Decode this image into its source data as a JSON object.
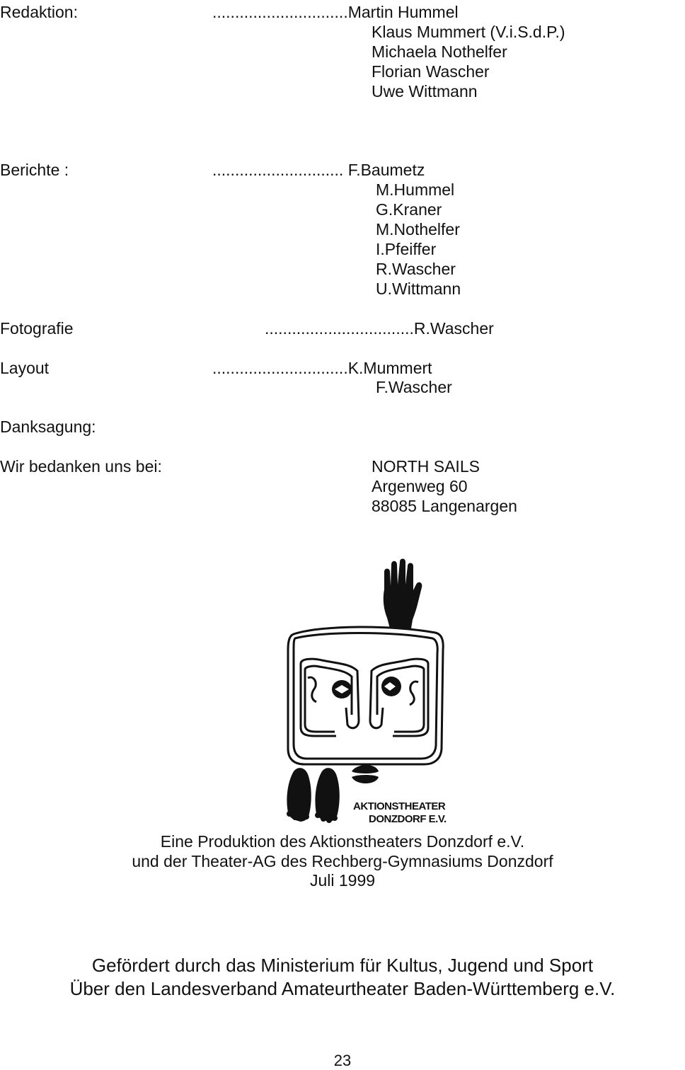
{
  "redaktion": {
    "label": "Redaktion:",
    "names": [
      "..............................Martin Hummel",
      "Klaus Mummert (V.i.S.d.P.)",
      "Michaela Nothelfer",
      "Florian Wascher",
      "Uwe Wittmann"
    ]
  },
  "berichte": {
    "label": "Berichte :",
    "names": [
      "............................. F.Baumetz",
      "M.Hummel",
      "G.Kraner",
      "M.Nothelfer",
      "I.Pfeiffer",
      "R.Wascher",
      "U.Wittmann"
    ]
  },
  "fotografie": {
    "label": "Fotografie",
    "value": ".................................R.Wascher"
  },
  "layout": {
    "label": "Layout",
    "names": [
      "..............................K.Mummert",
      "F.Wascher"
    ]
  },
  "danksagung": {
    "label": "Danksagung:",
    "intro": "Wir bedanken uns bei:",
    "sponsor": [
      "NORTH SAILS",
      "Argenweg 60",
      "88085 Langenargen"
    ]
  },
  "logo": {
    "text_line1": "AKTIONSTHEATER",
    "text_line2": "DONZDORF E.V."
  },
  "credits": [
    "Eine Produktion des Aktionstheaters Donzdorf e.V.",
    "und der Theater-AG des Rechberg-Gymnasiums Donzdorf",
    "Juli 1999"
  ],
  "support": [
    "Gefördert durch das Ministerium für Kultus, Jugend und Sport",
    "Über den Landesverband Amateurtheater Baden-Württemberg e.V."
  ],
  "page_number": "23"
}
